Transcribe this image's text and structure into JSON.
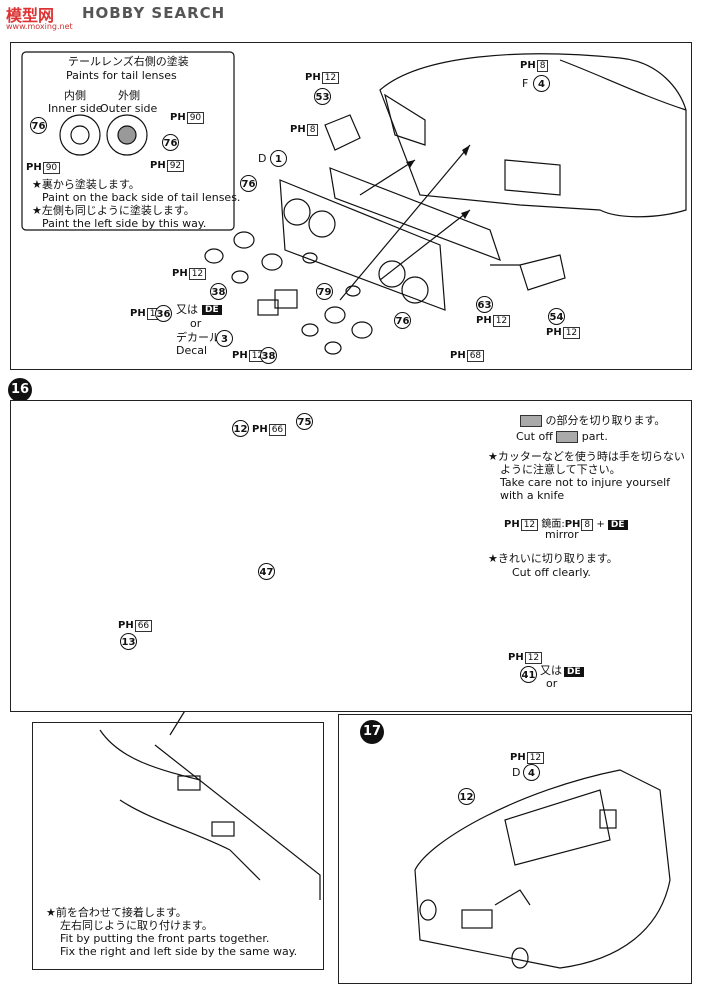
{
  "header": {
    "logo_text": "模型网",
    "site_name": "HOBBY SEARCH",
    "site_url": "www.moxing.net"
  },
  "panel_top": {
    "inset_title_jp": "テールレンズ右側の塗装",
    "inset_title_en": "Paints for tail lenses",
    "inner_jp": "内側",
    "inner_en": "Inner side",
    "outer_jp": "外側",
    "outer_en": "Outer side",
    "note1_jp": "★裏から塗装します。",
    "note1_en": "Paint on the back side of tail lenses.",
    "note2_jp": "★左側も同じように塗装します。",
    "note2_en": "Paint the left side by this way.",
    "parts": {
      "p76a": "76",
      "p76b": "76",
      "p76c": "76",
      "p76d": "76",
      "p53": "53",
      "p54": "54",
      "p63": "63",
      "p38a": "38",
      "p38b": "38",
      "p36": "36",
      "p79": "79",
      "f4": "4",
      "d1": "1",
      "d3": "3"
    },
    "paint_codes": {
      "ph90a": "90",
      "ph90b": "90",
      "ph92": "92",
      "ph12a": "12",
      "ph8a": "8",
      "ph8b": "8",
      "ph12b": "12",
      "ph12c": "12",
      "ph12d": "12",
      "ph1": "1",
      "ph12e": "12",
      "ph68": "68"
    },
    "or_jp": "又は",
    "or_en": "or",
    "decal_jp": "デカール",
    "decal_en": "Decal",
    "de": "DE",
    "d_letter": "D",
    "f_letter": "F"
  },
  "step16": {
    "number": "16",
    "cutoff_jp": "の部分を切り取ります。",
    "cutoff_en_pre": "Cut off",
    "cutoff_en_post": "part.",
    "careful_jp1": "★カッターなどを使う時は手を切らない",
    "careful_jp2": "ように注意して下さい。",
    "careful_en1": "Take care not to injure yourself",
    "careful_en2": "with a knife",
    "mirror_jp": "鏡面:",
    "mirror_en": "mirror",
    "clean_jp": "★きれいに切り取ります。",
    "clean_en": "Cut off clearly.",
    "or_jp": "又は",
    "or_en": "or",
    "de": "DE",
    "parts": {
      "p12": "12",
      "p75": "75",
      "p47": "47",
      "p13": "13",
      "p41": "41"
    },
    "paint_codes": {
      "ph66a": "66",
      "ph12m": "12",
      "ph8m": "8",
      "ph66b": "66",
      "ph12n": "12"
    },
    "fit_jp1": "★前を合わせて接着します。",
    "fit_jp2": "左右同じように取り付けます。",
    "fit_en1": "Fit by putting the front parts together.",
    "fit_en2": "Fix the right and left side by the same way."
  },
  "step17": {
    "number": "17",
    "parts": {
      "p12": "12",
      "d4": "4"
    },
    "paint_codes": {
      "ph12": "12"
    },
    "d_letter": "D"
  },
  "ph_label": "PH"
}
